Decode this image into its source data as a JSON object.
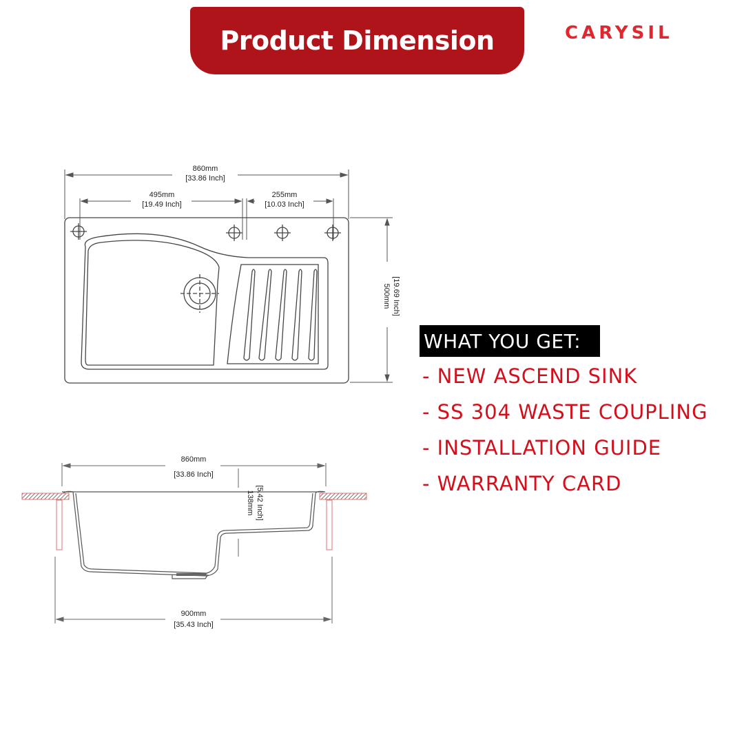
{
  "header": {
    "title": "Product Dimension",
    "banner_color": "#b0141b"
  },
  "brand": {
    "logo_text": "CARYSIL",
    "color": "#e0262e"
  },
  "top_view": {
    "overall_width": {
      "mm": "860mm",
      "inch": "[33.86 Inch]"
    },
    "bowl_width": {
      "mm": "495mm",
      "inch": "[19.49 Inch]"
    },
    "drainer_width": {
      "mm": "255mm",
      "inch": "[10.03 Inch]"
    },
    "depth": {
      "mm": "500mm",
      "inch": "[19.69 Inch]"
    }
  },
  "side_view": {
    "top_width": {
      "mm": "860mm",
      "inch": "[33.86 Inch]"
    },
    "bowl_depth": {
      "mm": "138mm",
      "inch": "[5.42 Inch]"
    },
    "bottom_width": {
      "mm": "900mm",
      "inch": "[35.43 Inch]"
    }
  },
  "what_you_get": {
    "heading": "WHAT YOU GET:",
    "items": [
      "- NEW ASCEND SINK",
      "- SS 304 WASTE COUPLING",
      "- INSTALLATION GUIDE",
      "- WARRANTY CARD"
    ],
    "item_color": "#d40f1b"
  }
}
